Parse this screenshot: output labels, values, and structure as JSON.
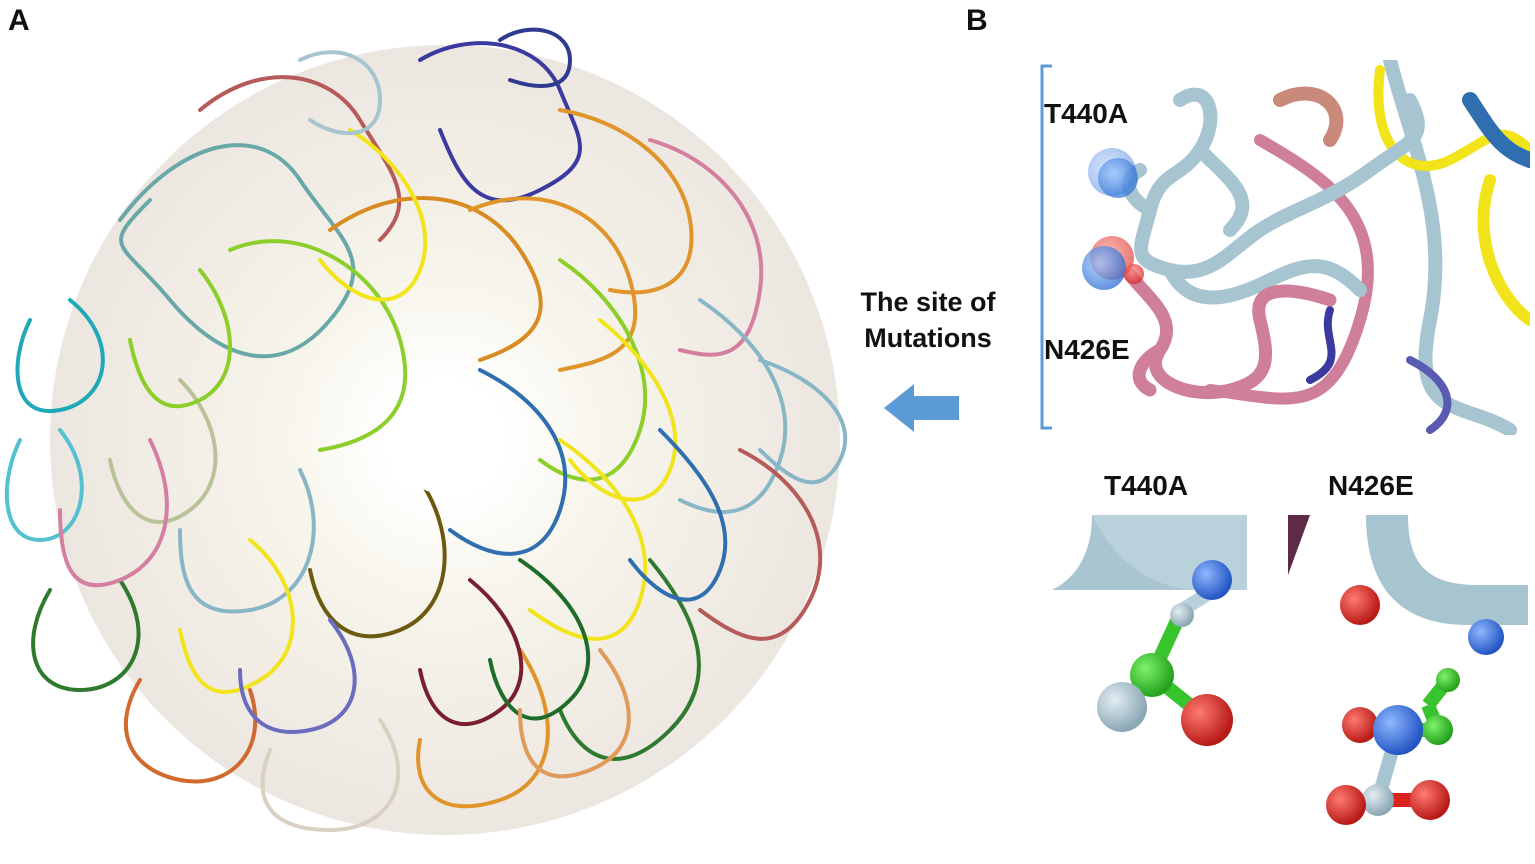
{
  "panel_a": {
    "letter": "A"
  },
  "panel_b": {
    "letter": "B"
  },
  "arrow": {
    "line1": "The site of",
    "line2": "Mutations",
    "color": "#5b9bd5"
  },
  "zoom_labels": {
    "top": "T440A",
    "bottom": "N426E"
  },
  "inset_labels": {
    "left": "T440A",
    "right": "N426E"
  },
  "colors": {
    "slate_blue": "#a7c4d1",
    "pink": "#cf7f9b",
    "yellow": "#f2e41a",
    "oxygen_red": "#d8231f",
    "nitrogen_blue": "#2f6fd4",
    "carbon_green": "#38c42d",
    "bracket": "#5b9bd5"
  }
}
